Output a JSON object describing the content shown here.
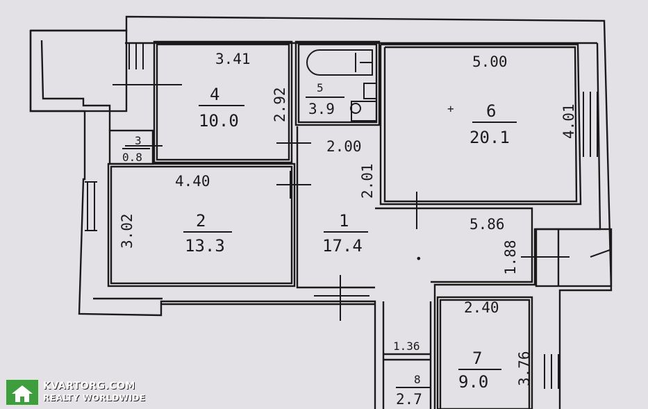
{
  "rooms": [
    {
      "id": "4",
      "number": "4",
      "area": "10.0"
    },
    {
      "id": "5",
      "number": "5",
      "area": "3.9"
    },
    {
      "id": "6",
      "number": "6",
      "area": "20.1"
    },
    {
      "id": "3",
      "number": "3",
      "area": "0.8"
    },
    {
      "id": "2",
      "number": "2",
      "area": "13.3"
    },
    {
      "id": "1",
      "number": "1",
      "area": "17.4"
    },
    {
      "id": "7",
      "number": "7",
      "area": "9.0"
    },
    {
      "id": "8",
      "number": "8",
      "area": "2.7"
    }
  ],
  "dimensions": [
    {
      "id": "room4-width",
      "value": "3.41"
    },
    {
      "id": "room4-height",
      "value": "2.92"
    },
    {
      "id": "room6-width",
      "value": "5.00"
    },
    {
      "id": "room6-height",
      "value": "4.01"
    },
    {
      "id": "hall-width-top",
      "value": "2.00"
    },
    {
      "id": "hall-height-top",
      "value": "2.01"
    },
    {
      "id": "room2-width",
      "value": "4.40"
    },
    {
      "id": "room2-height",
      "value": "3.02"
    },
    {
      "id": "hall-width",
      "value": "5.86"
    },
    {
      "id": "hall-depth",
      "value": "1.88"
    },
    {
      "id": "room7-width",
      "value": "2.40"
    },
    {
      "id": "room7-height",
      "value": "3.76"
    },
    {
      "id": "room8-width",
      "value": "1.36"
    }
  ],
  "watermark": {
    "name": "KVARTORG.COM",
    "tagline": "REALTY WORLDWIDE",
    "icon": "house-icon"
  },
  "colors": {
    "paper": "#e4e1e6",
    "ink": "#1a1a1a",
    "logo": "#3e9d3c"
  }
}
